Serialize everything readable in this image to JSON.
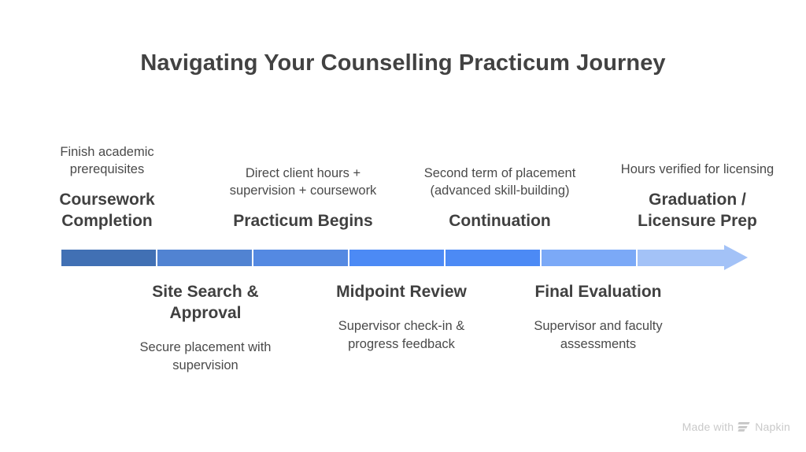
{
  "title": "Navigating Your Counselling Practicum Journey",
  "colors": {
    "title_text": "#424242",
    "heading_text": "#404040",
    "description_text": "#4a4a4a",
    "background": "#ffffff",
    "watermark_text": "#c9c9c9",
    "segments": [
      "#4170B4",
      "#5183D2",
      "#5489E2",
      "#4C8AF5",
      "#4C8AF5",
      "#7BA9F7",
      "#A3C2F7"
    ],
    "arrow_head": "#A3C2F7"
  },
  "timeline": {
    "segment_count": 7,
    "arrow_direction": "right",
    "milestones_above": [
      {
        "heading": "Coursework Completion",
        "description": "Finish academic prerequisites"
      },
      {
        "heading": "Practicum Begins",
        "description": "Direct client hours + supervision + coursework"
      },
      {
        "heading": "Continuation",
        "description": "Second term of placement (advanced skill-building)"
      },
      {
        "heading": "Graduation / Licensure Prep",
        "description": "Hours verified for licensing"
      }
    ],
    "milestones_below": [
      {
        "heading": "Site Search & Approval",
        "description": "Secure placement with supervision"
      },
      {
        "heading": "Midpoint Review",
        "description": "Supervisor check-in & progress feedback"
      },
      {
        "heading": "Final Evaluation",
        "description": "Supervisor and faculty assessments"
      }
    ]
  },
  "watermark": {
    "prefix": "Made with",
    "brand": "Napkin",
    "logo_name": "napkin-logo-icon"
  }
}
